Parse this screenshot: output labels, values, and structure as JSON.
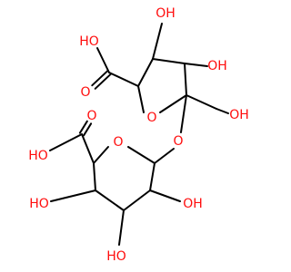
{
  "structure": {
    "colors": {
      "bond": "#000000",
      "oxygen": "#ff0d0d",
      "background": "#ffffff"
    },
    "labels": {
      "oh_top_left": "HO",
      "o_carbonyl_top": "O",
      "oh_top_c3": "OH",
      "oh_top_c4": "OH",
      "ring_o_top": "O",
      "oh_hydroxymethyl": "OH",
      "ether_o": "O",
      "o_carbonyl_bottom": "O",
      "oh_bottom_left": "HO",
      "ring_o_bottom": "O",
      "ho_bottom_c3": "HO",
      "oh_bottom_c5": "OH",
      "ho_bottom_c4": "HO"
    }
  }
}
